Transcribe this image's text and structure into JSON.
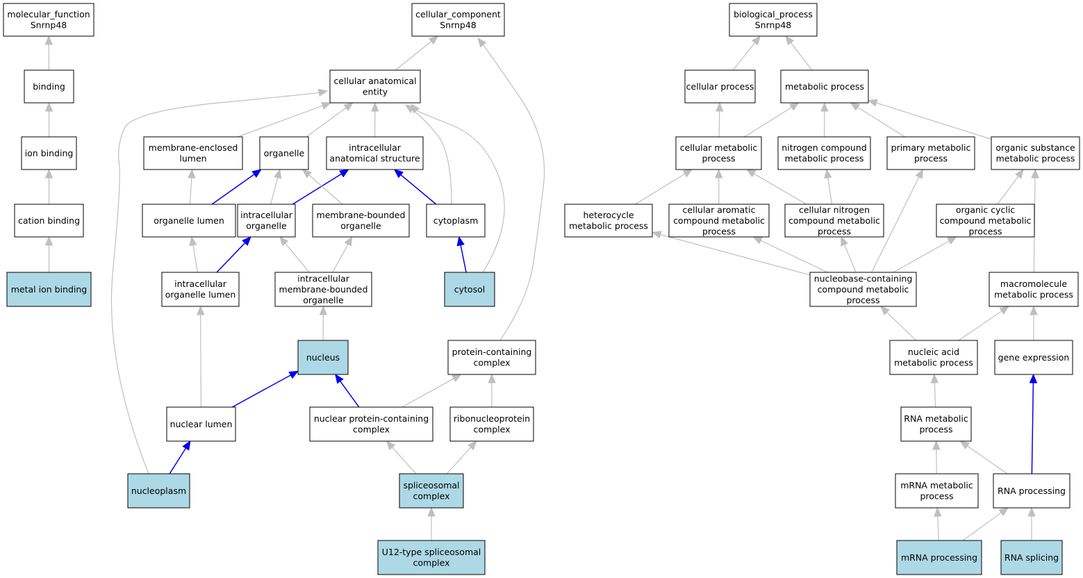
{
  "colors": {
    "node_fill": "#ffffff",
    "annotated_fill": "#add8e6",
    "edge_grey": "#bfbfbf",
    "edge_blue": "#0000ee",
    "border": "#000000"
  },
  "nodes": [
    {
      "id": "mf",
      "lines": [
        "molecular_function",
        "Snrnp48"
      ],
      "annotated": false
    },
    {
      "id": "binding",
      "lines": [
        "binding"
      ],
      "annotated": false
    },
    {
      "id": "ion_binding",
      "lines": [
        "ion binding"
      ],
      "annotated": false
    },
    {
      "id": "cation_binding",
      "lines": [
        "cation binding"
      ],
      "annotated": false
    },
    {
      "id": "metal_ion_binding",
      "lines": [
        "metal ion binding"
      ],
      "annotated": true
    },
    {
      "id": "cc",
      "lines": [
        "cellular_component",
        "Snrnp48"
      ],
      "annotated": false
    },
    {
      "id": "cae",
      "lines": [
        "cellular anatomical",
        "entity"
      ],
      "annotated": false
    },
    {
      "id": "mel",
      "lines": [
        "membrane-enclosed",
        "lumen"
      ],
      "annotated": false
    },
    {
      "id": "organelle",
      "lines": [
        "organelle"
      ],
      "annotated": false
    },
    {
      "id": "ias",
      "lines": [
        "intracellular",
        "anatomical structure"
      ],
      "annotated": false
    },
    {
      "id": "org_lumen",
      "lines": [
        "organelle lumen"
      ],
      "annotated": false
    },
    {
      "id": "ic_org",
      "lines": [
        "intracellular",
        "organelle"
      ],
      "annotated": false
    },
    {
      "id": "mbo",
      "lines": [
        "membrane-bounded",
        "organelle"
      ],
      "annotated": false
    },
    {
      "id": "cytoplasm",
      "lines": [
        "cytoplasm"
      ],
      "annotated": false
    },
    {
      "id": "ic_org_lumen",
      "lines": [
        "intracellular",
        "organelle lumen"
      ],
      "annotated": false
    },
    {
      "id": "ic_mbo",
      "lines": [
        "intracellular",
        "membrane-bounded",
        "organelle"
      ],
      "annotated": false
    },
    {
      "id": "cytosol",
      "lines": [
        "cytosol"
      ],
      "annotated": true
    },
    {
      "id": "nucleus",
      "lines": [
        "nucleus"
      ],
      "annotated": true
    },
    {
      "id": "pcc",
      "lines": [
        "protein-containing",
        "complex"
      ],
      "annotated": false
    },
    {
      "id": "nuc_lumen",
      "lines": [
        "nuclear lumen"
      ],
      "annotated": false
    },
    {
      "id": "npcc",
      "lines": [
        "nuclear protein-containing",
        "complex"
      ],
      "annotated": false
    },
    {
      "id": "rnp",
      "lines": [
        "ribonucleoprotein",
        "complex"
      ],
      "annotated": false
    },
    {
      "id": "nucleoplasm",
      "lines": [
        "nucleoplasm"
      ],
      "annotated": true
    },
    {
      "id": "spliceosomal",
      "lines": [
        "spliceosomal",
        "complex"
      ],
      "annotated": true
    },
    {
      "id": "u12",
      "lines": [
        "U12-type spliceosomal",
        "complex"
      ],
      "annotated": true
    },
    {
      "id": "bp",
      "lines": [
        "biological_process",
        "Snrnp48"
      ],
      "annotated": false
    },
    {
      "id": "cell_proc",
      "lines": [
        "cellular process"
      ],
      "annotated": false
    },
    {
      "id": "met_proc",
      "lines": [
        "metabolic process"
      ],
      "annotated": false
    },
    {
      "id": "cmp",
      "lines": [
        "cellular metabolic",
        "process"
      ],
      "annotated": false
    },
    {
      "id": "ncmp",
      "lines": [
        "nitrogen compound",
        "metabolic process"
      ],
      "annotated": false
    },
    {
      "id": "pmp",
      "lines": [
        "primary metabolic",
        "process"
      ],
      "annotated": false
    },
    {
      "id": "osmp",
      "lines": [
        "organic substance",
        "metabolic process"
      ],
      "annotated": false
    },
    {
      "id": "hmp",
      "lines": [
        "heterocycle",
        "metabolic process"
      ],
      "annotated": false
    },
    {
      "id": "cacmp",
      "lines": [
        "cellular aromatic",
        "compound metabolic",
        "process"
      ],
      "annotated": false
    },
    {
      "id": "cncmp",
      "lines": [
        "cellular nitrogen",
        "compound metabolic",
        "process"
      ],
      "annotated": false
    },
    {
      "id": "occmp",
      "lines": [
        "organic cyclic",
        "compound metabolic",
        "process"
      ],
      "annotated": false
    },
    {
      "id": "nbccmp",
      "lines": [
        "nucleobase-containing",
        "compound metabolic",
        "process"
      ],
      "annotated": false
    },
    {
      "id": "mmp",
      "lines": [
        "macromolecule",
        "metabolic process"
      ],
      "annotated": false
    },
    {
      "id": "namp",
      "lines": [
        "nucleic acid",
        "metabolic process"
      ],
      "annotated": false
    },
    {
      "id": "gene_expr",
      "lines": [
        "gene expression"
      ],
      "annotated": false
    },
    {
      "id": "rnamp",
      "lines": [
        "RNA metabolic",
        "process"
      ],
      "annotated": false
    },
    {
      "id": "mrnamp",
      "lines": [
        "mRNA metabolic",
        "process"
      ],
      "annotated": false
    },
    {
      "id": "rna_proc",
      "lines": [
        "RNA processing"
      ],
      "annotated": false
    },
    {
      "id": "mrna_proc",
      "lines": [
        "mRNA processing"
      ],
      "annotated": true
    },
    {
      "id": "rna_splicing",
      "lines": [
        "RNA splicing"
      ],
      "annotated": true
    }
  ],
  "edges": [
    {
      "from": "binding",
      "to": "mf",
      "color": "grey"
    },
    {
      "from": "ion_binding",
      "to": "binding",
      "color": "grey"
    },
    {
      "from": "cation_binding",
      "to": "ion_binding",
      "color": "grey"
    },
    {
      "from": "metal_ion_binding",
      "to": "cation_binding",
      "color": "grey"
    },
    {
      "from": "cae",
      "to": "cc",
      "color": "grey"
    },
    {
      "from": "pcc",
      "to": "cc",
      "color": "grey"
    },
    {
      "from": "mel",
      "to": "cae",
      "color": "grey"
    },
    {
      "from": "organelle",
      "to": "cae",
      "color": "grey"
    },
    {
      "from": "ias",
      "to": "cae",
      "color": "grey"
    },
    {
      "from": "cytoplasm",
      "to": "cae",
      "color": "grey"
    },
    {
      "from": "cytosol",
      "to": "cae",
      "color": "grey"
    },
    {
      "from": "nucleoplasm",
      "to": "cae",
      "color": "grey"
    },
    {
      "from": "org_lumen",
      "to": "mel",
      "color": "grey"
    },
    {
      "from": "org_lumen",
      "to": "organelle",
      "color": "blue"
    },
    {
      "from": "ic_org",
      "to": "organelle",
      "color": "grey"
    },
    {
      "from": "ic_org",
      "to": "ias",
      "color": "blue"
    },
    {
      "from": "mbo",
      "to": "organelle",
      "color": "grey"
    },
    {
      "from": "cytoplasm",
      "to": "ias",
      "color": "blue"
    },
    {
      "from": "cytosol",
      "to": "cytoplasm",
      "color": "blue"
    },
    {
      "from": "ic_org_lumen",
      "to": "org_lumen",
      "color": "grey"
    },
    {
      "from": "ic_org_lumen",
      "to": "ic_org",
      "color": "blue"
    },
    {
      "from": "ic_mbo",
      "to": "ic_org",
      "color": "grey"
    },
    {
      "from": "ic_mbo",
      "to": "mbo",
      "color": "grey"
    },
    {
      "from": "nucleus",
      "to": "ic_mbo",
      "color": "grey"
    },
    {
      "from": "nuc_lumen",
      "to": "ic_org_lumen",
      "color": "grey"
    },
    {
      "from": "nuc_lumen",
      "to": "nucleus",
      "color": "blue"
    },
    {
      "from": "npcc",
      "to": "nucleus",
      "color": "blue"
    },
    {
      "from": "npcc",
      "to": "pcc",
      "color": "grey"
    },
    {
      "from": "rnp",
      "to": "pcc",
      "color": "grey"
    },
    {
      "from": "nucleoplasm",
      "to": "nuc_lumen",
      "color": "blue"
    },
    {
      "from": "spliceosomal",
      "to": "npcc",
      "color": "grey"
    },
    {
      "from": "spliceosomal",
      "to": "rnp",
      "color": "grey"
    },
    {
      "from": "u12",
      "to": "spliceosomal",
      "color": "grey"
    },
    {
      "from": "cell_proc",
      "to": "bp",
      "color": "grey"
    },
    {
      "from": "met_proc",
      "to": "bp",
      "color": "grey"
    },
    {
      "from": "cmp",
      "to": "cell_proc",
      "color": "grey"
    },
    {
      "from": "cmp",
      "to": "met_proc",
      "color": "grey"
    },
    {
      "from": "ncmp",
      "to": "met_proc",
      "color": "grey"
    },
    {
      "from": "pmp",
      "to": "met_proc",
      "color": "grey"
    },
    {
      "from": "osmp",
      "to": "met_proc",
      "color": "grey"
    },
    {
      "from": "hmp",
      "to": "cmp",
      "color": "grey"
    },
    {
      "from": "cacmp",
      "to": "cmp",
      "color": "grey"
    },
    {
      "from": "cncmp",
      "to": "cmp",
      "color": "grey"
    },
    {
      "from": "cncmp",
      "to": "ncmp",
      "color": "grey"
    },
    {
      "from": "occmp",
      "to": "osmp",
      "color": "grey"
    },
    {
      "from": "mmp",
      "to": "osmp",
      "color": "grey"
    },
    {
      "from": "nbccmp",
      "to": "hmp",
      "color": "grey"
    },
    {
      "from": "nbccmp",
      "to": "cacmp",
      "color": "grey"
    },
    {
      "from": "nbccmp",
      "to": "cncmp",
      "color": "grey"
    },
    {
      "from": "nbccmp",
      "to": "occmp",
      "color": "grey"
    },
    {
      "from": "nbccmp",
      "to": "pmp",
      "color": "grey"
    },
    {
      "from": "namp",
      "to": "nbccmp",
      "color": "grey"
    },
    {
      "from": "namp",
      "to": "mmp",
      "color": "grey"
    },
    {
      "from": "gene_expr",
      "to": "mmp",
      "color": "grey"
    },
    {
      "from": "rnamp",
      "to": "namp",
      "color": "grey"
    },
    {
      "from": "mrnamp",
      "to": "rnamp",
      "color": "grey"
    },
    {
      "from": "rna_proc",
      "to": "rnamp",
      "color": "grey"
    },
    {
      "from": "rna_proc",
      "to": "gene_expr",
      "color": "blue"
    },
    {
      "from": "mrna_proc",
      "to": "mrnamp",
      "color": "grey"
    },
    {
      "from": "mrna_proc",
      "to": "rna_proc",
      "color": "grey"
    },
    {
      "from": "rna_splicing",
      "to": "rna_proc",
      "color": "grey"
    }
  ]
}
